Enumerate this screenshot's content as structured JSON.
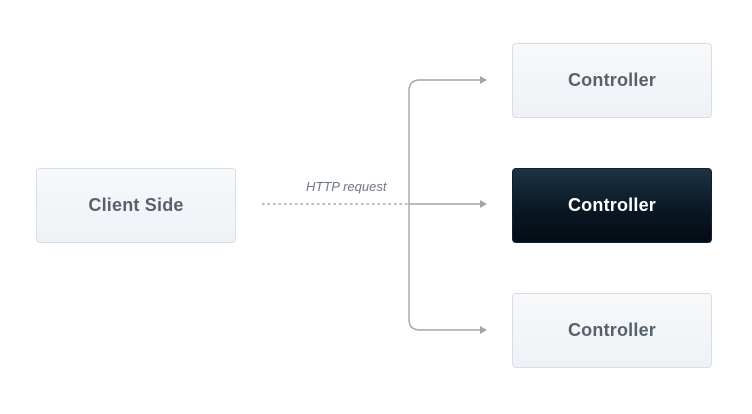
{
  "client": {
    "label": "Client Side"
  },
  "request": {
    "label": "HTTP request"
  },
  "controllers": [
    {
      "label": "Controller",
      "style": "light"
    },
    {
      "label": "Controller",
      "style": "dark"
    },
    {
      "label": "Controller",
      "style": "light"
    }
  ],
  "colors": {
    "connector": "#9ea6ae",
    "light_box_border": "#d6dde5",
    "light_box_text": "#58616b",
    "dark_box": "#0a1824",
    "dark_box_text": "#ffffff"
  }
}
